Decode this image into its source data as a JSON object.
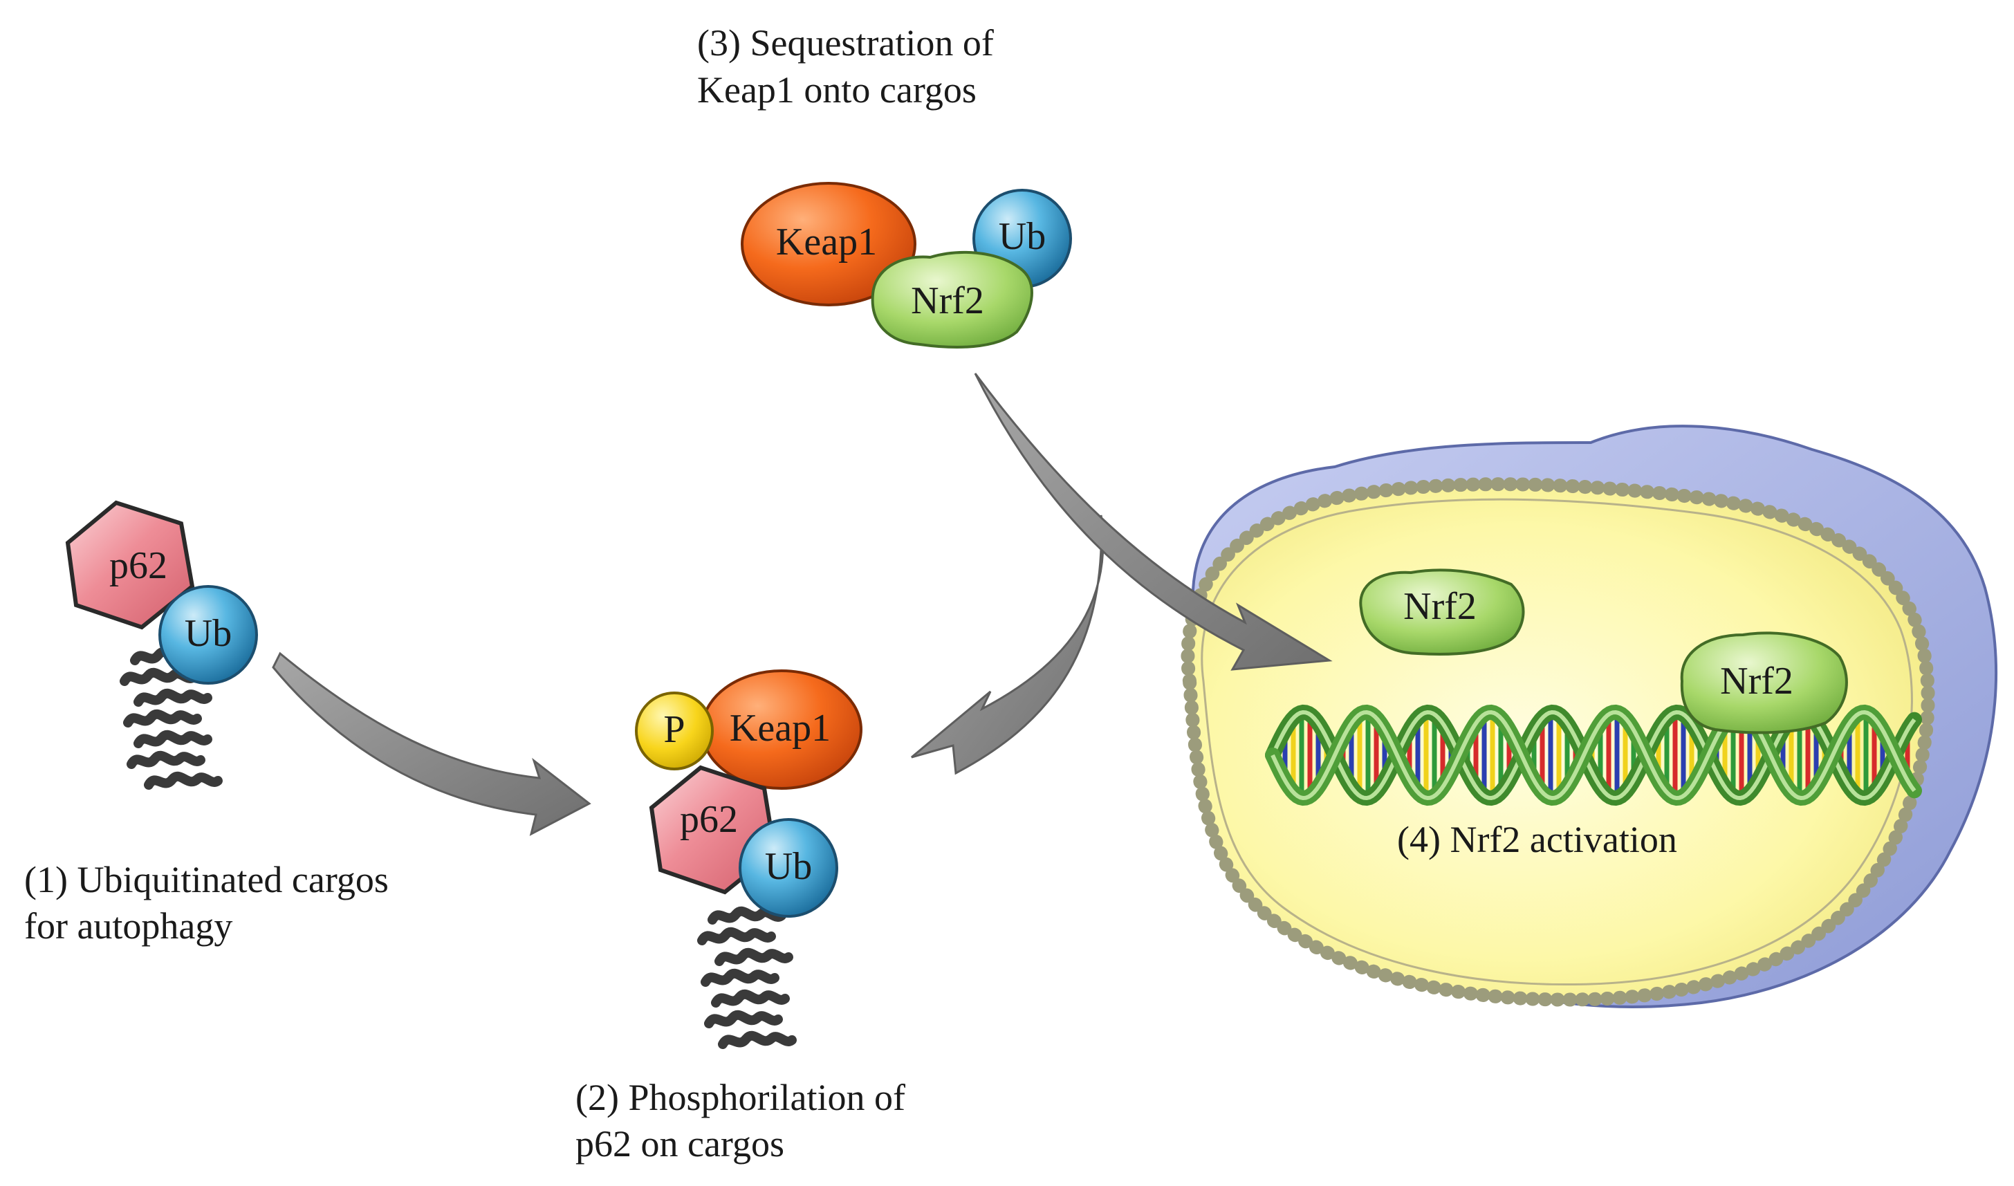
{
  "captions": {
    "step1_line1": "(1) Ubiquitinated  cargos",
    "step1_line2": "for autophagy",
    "step2_line1": "(2) Phosphorilation of",
    "step2_line2": "p62 on cargos",
    "step3_line1": "(3) Sequestration of",
    "step3_line2": "Keap1 onto cargos",
    "step4": "(4) Nrf2 activation"
  },
  "molecules": {
    "p62": "p62",
    "ub": "Ub",
    "keap1": "Keap1",
    "nrf2": "Nrf2",
    "p": "P"
  },
  "colors": {
    "p62": "#ee8d97",
    "ub": "#3fa4d4",
    "keap1": "#f06418",
    "nrf2": "#a5d667",
    "phosphate": "#f8d51c",
    "arrow": "#8c8c8c",
    "cytoplasm": "#a4afe0",
    "nucleoplasm": "#fdf9b2",
    "dna_backbone": "#4f9e38"
  },
  "icons": [
    "cargo-protein-icon",
    "dna-helix-icon",
    "nucleus-icon"
  ]
}
